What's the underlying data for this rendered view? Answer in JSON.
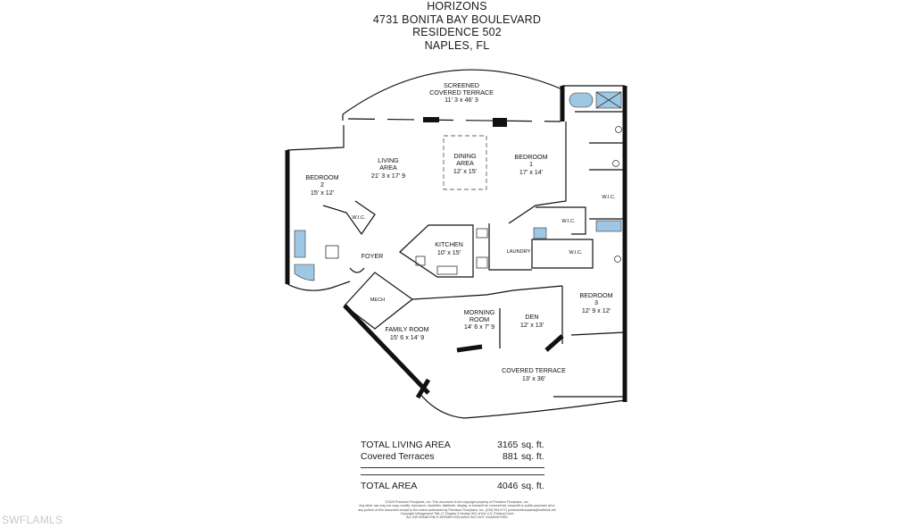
{
  "header": {
    "line1": "HORIZONS",
    "line2": "4731 BONITA  BAY BOULEVARD",
    "line3": "RESIDENCE 502",
    "line4": "NAPLES, FL"
  },
  "rooms": {
    "screened_terrace": {
      "name1": "SCREENED",
      "name2": "COVERED TERRACE",
      "dims": "11' 3 x 46' 3"
    },
    "living": {
      "name1": "LIVING",
      "name2": "AREA",
      "dims": "21' 3 x 17' 9"
    },
    "dining": {
      "name1": "DINING",
      "name2": "AREA",
      "dims": "12' x 15'"
    },
    "bedroom1": {
      "name1": "BEDROOM",
      "name2": "1",
      "dims": "17' x 14'"
    },
    "bedroom2": {
      "name1": "BEDROOM",
      "name2": "2",
      "dims": "15' x 12'"
    },
    "bedroom3": {
      "name1": "BEDROOM",
      "name2": "3",
      "dims": "12' 9 x 12'"
    },
    "kitchen": {
      "name": "KITCHEN",
      "dims": "10' x 15'"
    },
    "foyer": {
      "name": "FOYER"
    },
    "laundry": {
      "name": "LAUNDRY"
    },
    "mech": {
      "name": "MECH"
    },
    "wic_labels": [
      "W.I.C.",
      "W.I.C.",
      "W.I.C.",
      "W.I.C."
    ],
    "family": {
      "name": "FAMILY ROOM",
      "dims": "15' 6 x 14' 9"
    },
    "morning": {
      "name1": "MORNING",
      "name2": "ROOM",
      "dims": "14' 6 x 7' 9"
    },
    "den": {
      "name": "DEN",
      "dims": "12' x 13'"
    },
    "covered_terrace": {
      "name": "COVERED TERRACE",
      "dims": "13' x 36'"
    }
  },
  "totals": {
    "living_label": "TOTAL LIVING AREA",
    "living_value": "3165",
    "covered_label": "Covered Terraces",
    "covered_value": "881",
    "total_label": "TOTAL AREA",
    "total_value": "4046",
    "unit": "sq. ft."
  },
  "copyright": {
    "line1": "©2025 Precision Floorplans, Inc.  This document is the copyright property of Precision Floorplans, Inc.",
    "line2": "Any other use may not copy, modify, reproduce, republish, distribute, display, or transmit for commercial, nonprofit or public purposes all or",
    "line3": "any portion of this document except to the extent authorized by Precision Floorplans, Inc. (239) 594-9771 precisionfloorplans@earthlink.net",
    "line4": "Copyright Infringement Title 17 Chapter 5 Section 501 of the U.S. Federal Court",
    "line5": "ALL INFORMATION IS DEEMED RELIABLE BUT NOT GUARANTEED"
  },
  "watermark": "SWFLAMLS"
}
